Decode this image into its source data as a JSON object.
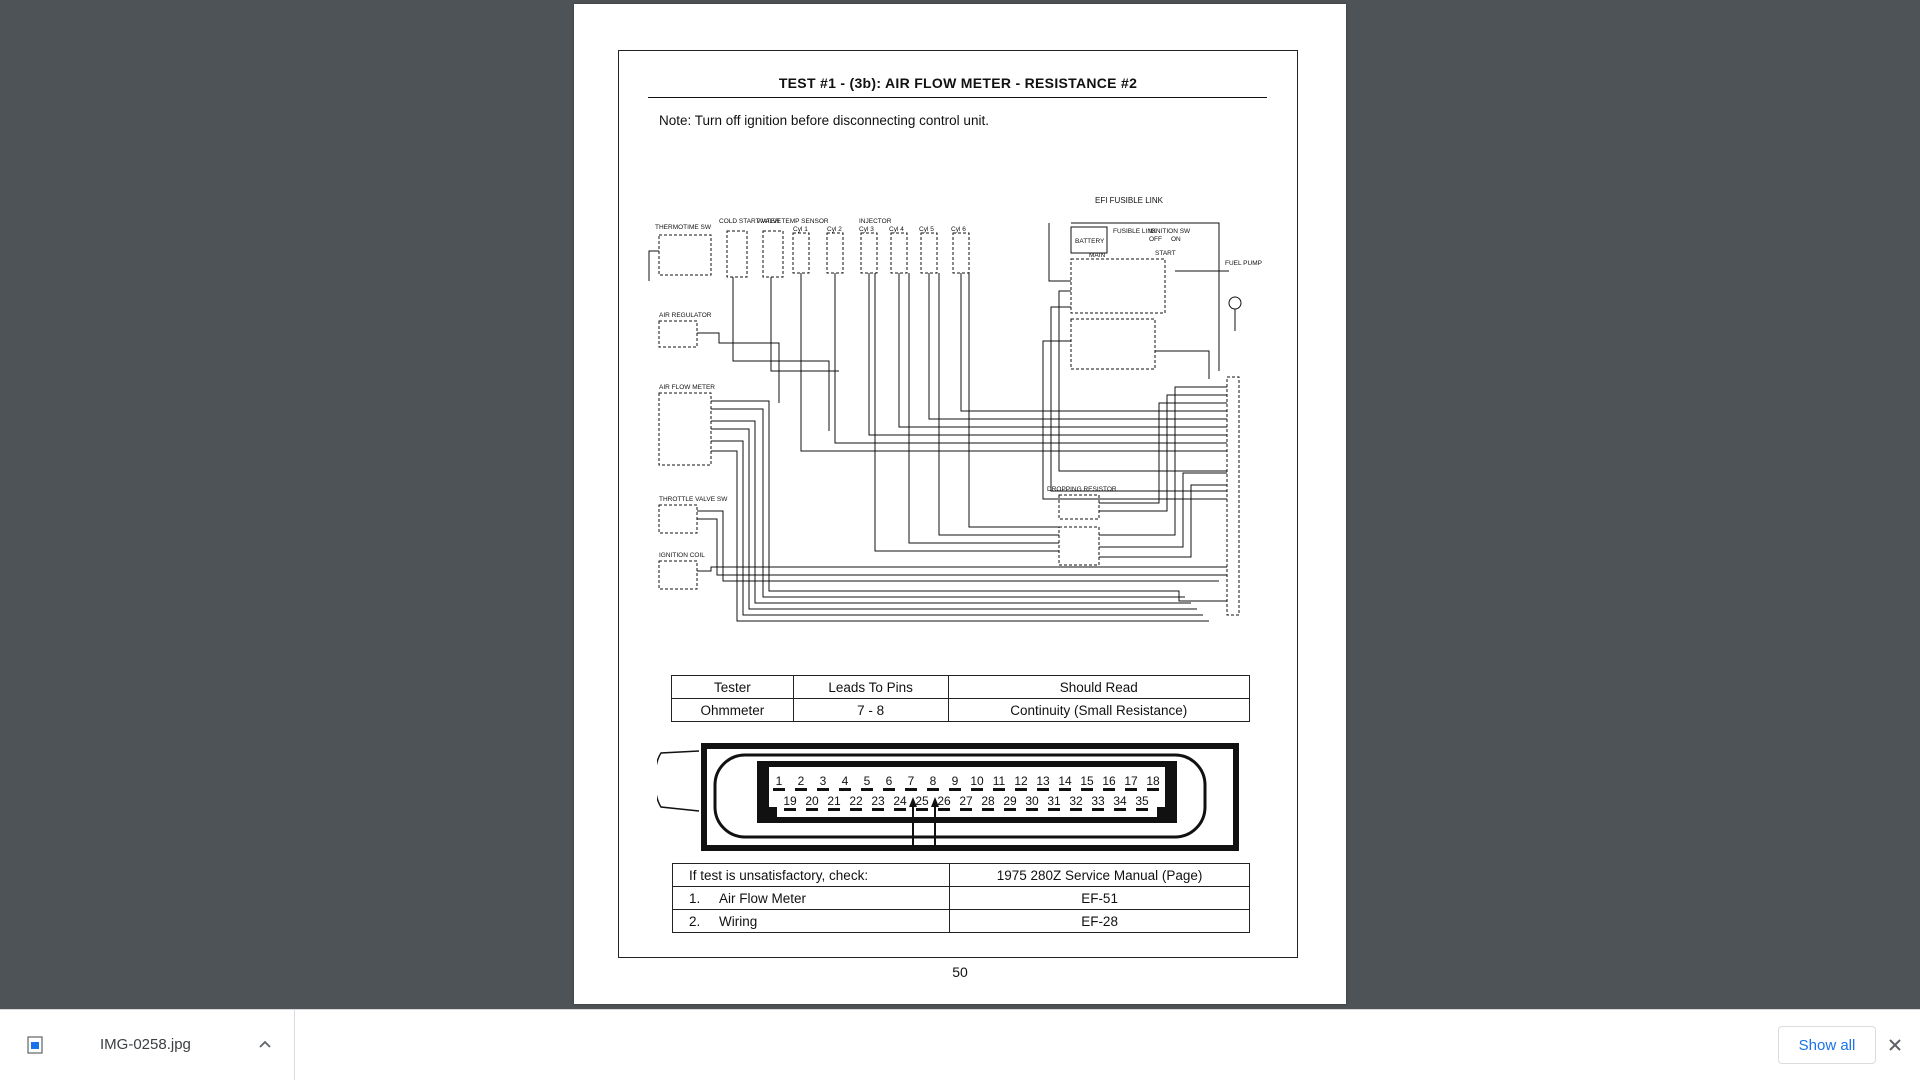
{
  "document": {
    "title": "TEST #1 - (3b): AIR FLOW METER - RESISTANCE #2",
    "note": "Note: Turn off ignition before disconnecting control unit.",
    "page_number": "50",
    "diagram_labels": {
      "efi_fusible_link": "EFI FUSIBLE LINK",
      "battery": "BATTERY",
      "fusible_link": "FUSIBLE LINK",
      "ignition_sw": "IGNITION SW",
      "off": "OFF",
      "on": "ON",
      "start": "START",
      "main": "MAIN",
      "fuel_pump": "FUEL PUMP",
      "thermotime_sw": "THERMOTIME SW",
      "cold_start_valve": "COLD START VALVE",
      "water_temp_sensor": "WATER TEMP SENSOR",
      "injector": "INJECTOR",
      "cyl_labels": [
        "Cyl 1",
        "Cyl 2",
        "Cyl 3",
        "Cyl 4",
        "Cyl 5",
        "Cyl 6"
      ],
      "air_regulator": "AIR REGULATOR",
      "air_flow_meter": "AIR FLOW METER",
      "throttle_valve_sw": "THROTTLE VALVE SW",
      "ignition_coil": "IGNITION COIL",
      "dropping_resistor": "DROPPING RESISTOR"
    },
    "tester_table": {
      "headers": [
        "Tester",
        "Leads To Pins",
        "Should Read"
      ],
      "row": [
        "Ohmmeter",
        "7 - 8",
        "Continuity (Small Resistance)"
      ]
    },
    "connector": {
      "top_pins": [
        "1",
        "2",
        "3",
        "4",
        "5",
        "6",
        "7",
        "8",
        "9",
        "10",
        "11",
        "12",
        "13",
        "14",
        "15",
        "16",
        "17",
        "18"
      ],
      "bottom_pins": [
        "19",
        "20",
        "21",
        "22",
        "23",
        "24",
        "25",
        "26",
        "27",
        "28",
        "29",
        "30",
        "31",
        "32",
        "33",
        "34",
        "35"
      ]
    },
    "check_table": {
      "header_left": "If test is unsatisfactory, check:",
      "header_right": "1975 280Z Service Manual (Page)",
      "rows": [
        {
          "index": "1.",
          "item": "Air Flow Meter",
          "page": "EF-51"
        },
        {
          "index": "2.",
          "item": "Wiring",
          "page": "EF-28"
        }
      ]
    }
  },
  "download_bar": {
    "file_name": "IMG-0258.jpg",
    "file_icon": "image-file-icon",
    "show_all_label": "Show all",
    "close_icon": "close-icon",
    "chevron_icon": "chevron-up-icon",
    "link_color": "#1a73e8"
  }
}
